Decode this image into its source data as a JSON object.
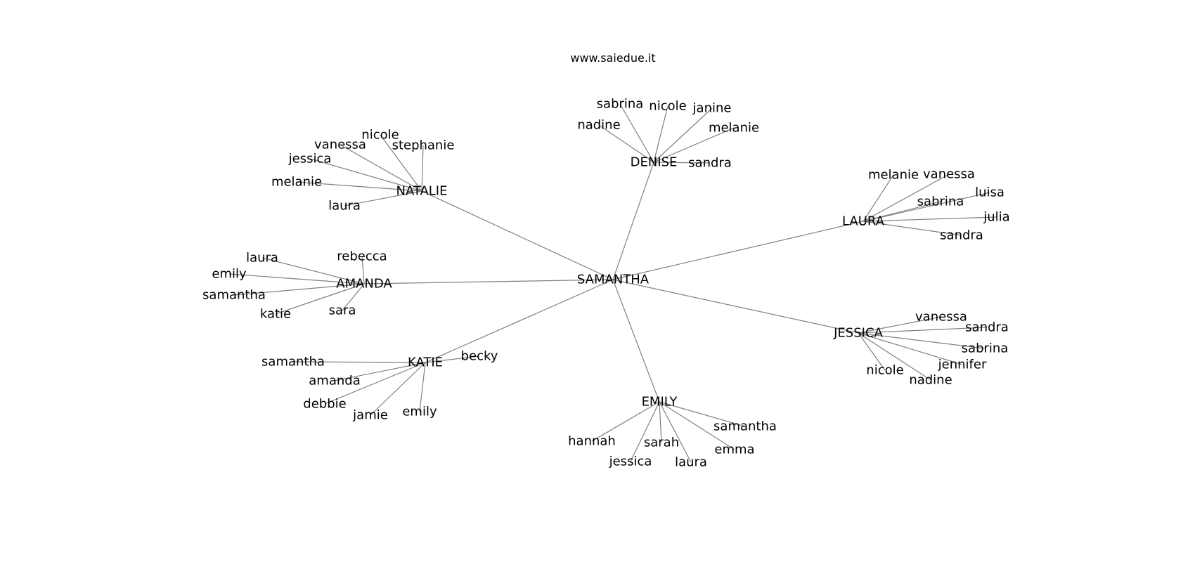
{
  "watermark": "www.saiedue.it",
  "graph": {
    "root": "SAMANTHA",
    "hubs": [
      {
        "id": "natalie",
        "label": "NATALIE",
        "children": [
          "nicole",
          "vanessa",
          "stephanie",
          "jessica",
          "melanie",
          "laura"
        ]
      },
      {
        "id": "denise",
        "label": "DENISE",
        "children": [
          "sabrina",
          "nicole",
          "janine",
          "nadine",
          "melanie",
          "sandra"
        ]
      },
      {
        "id": "laura",
        "label": "LAURA",
        "children": [
          "melanie",
          "vanessa",
          "luisa",
          "sabrina",
          "julia",
          "sandra"
        ]
      },
      {
        "id": "amanda",
        "label": "AMANDA",
        "children": [
          "laura",
          "rebecca",
          "emily",
          "samantha",
          "katie",
          "sara"
        ]
      },
      {
        "id": "jessica",
        "label": "JESSICA",
        "children": [
          "vanessa",
          "sandra",
          "sabrina",
          "jennifer",
          "nicole",
          "nadine"
        ]
      },
      {
        "id": "katie",
        "label": "KATIE",
        "children": [
          "becky",
          "samantha",
          "amanda",
          "debbie",
          "jamie",
          "emily"
        ]
      },
      {
        "id": "emily",
        "label": "EMILY",
        "children": [
          "samantha",
          "hannah",
          "sarah",
          "emma",
          "jessica",
          "laura"
        ]
      }
    ]
  }
}
